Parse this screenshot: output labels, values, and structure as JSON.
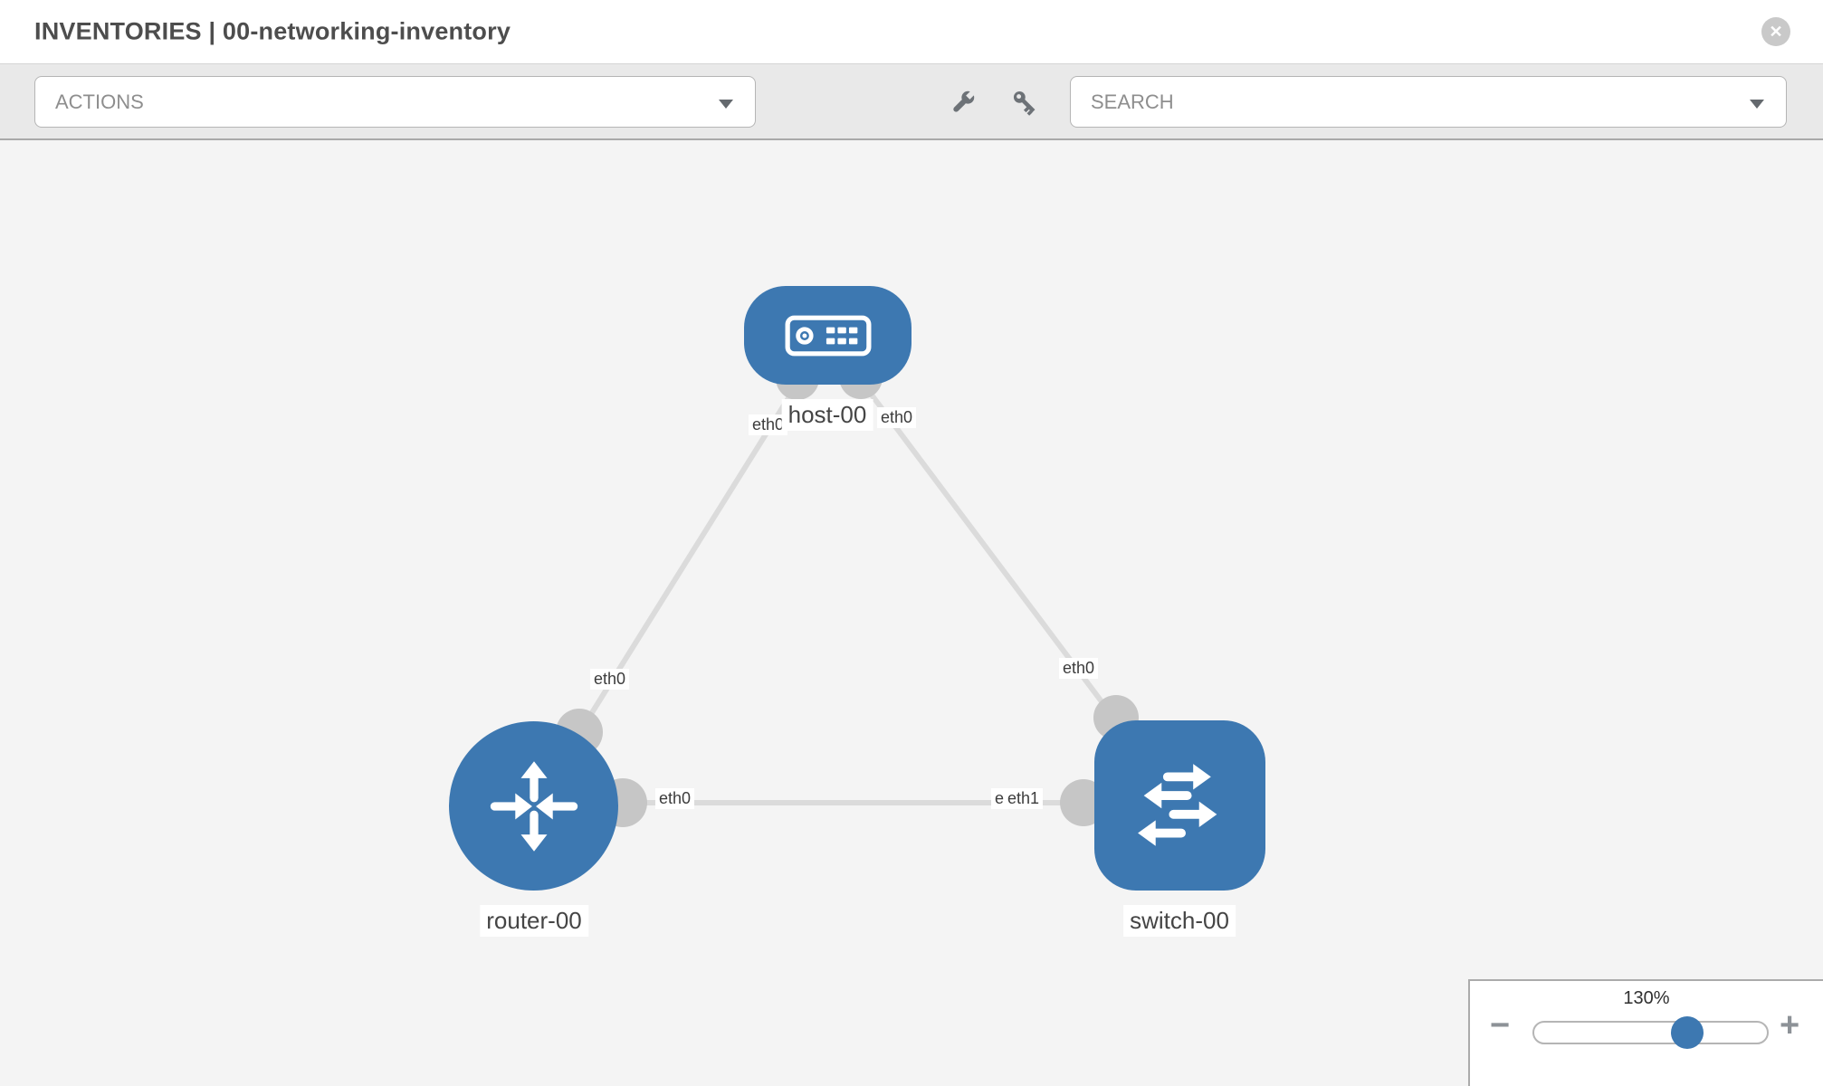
{
  "header": {
    "title": "INVENTORIES | 00-networking-inventory",
    "close_glyph": "✕"
  },
  "toolbar": {
    "actions_label": "ACTIONS",
    "search_placeholder": "SEARCH"
  },
  "topology": {
    "nodes": [
      {
        "label": "host-00",
        "type": "host"
      },
      {
        "label": "router-00",
        "type": "router"
      },
      {
        "label": "switch-00",
        "type": "switch"
      }
    ],
    "links": [
      {
        "from": "host-00",
        "to": "router-00"
      },
      {
        "from": "host-00",
        "to": "switch-00"
      },
      {
        "from": "router-00",
        "to": "switch-00"
      }
    ],
    "interface_labels": {
      "host_to_router_at_host": "eth0",
      "host_to_switch_at_host": "eth0",
      "host_to_router_at_router": "eth0",
      "host_to_switch_at_switch": "eth0",
      "router_to_switch_at_router": "eth0",
      "router_to_switch_at_switch_back": "eth0",
      "router_to_switch_at_switch": "eth1"
    },
    "colors": {
      "node_blue": "#3d78b1",
      "link_gray": "#dbdbdb",
      "endpoint_gray": "#c6c6c6",
      "canvas_bg": "#f4f4f4"
    }
  },
  "zoom_control": {
    "level": "130%",
    "minus_glyph": "−",
    "plus_glyph": "+"
  }
}
